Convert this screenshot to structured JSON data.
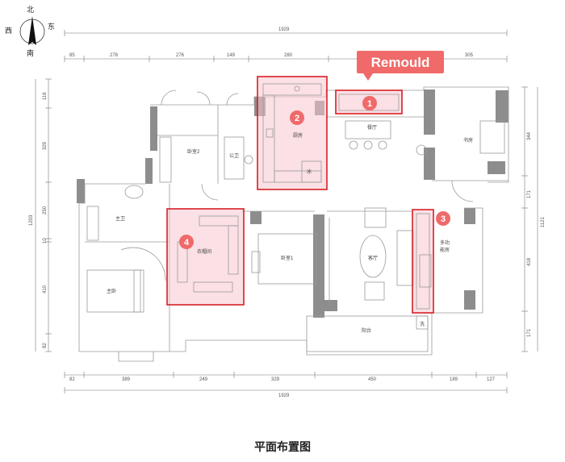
{
  "compass": {
    "north": "北",
    "south": "南",
    "east": "东",
    "west": "西"
  },
  "callout": {
    "label": "Remould",
    "color": "#f06a6a"
  },
  "dims_top": {
    "total": "1929",
    "segments": [
      "85",
      "278",
      "276",
      "149",
      "280",
      "305"
    ]
  },
  "dims_bottom": {
    "total": "1929",
    "segments": [
      "82",
      "389",
      "249",
      "329",
      "450",
      "189",
      "127"
    ]
  },
  "dims_left": {
    "total": "1203",
    "segments": [
      "116",
      "329",
      "250",
      "10",
      "410",
      "82"
    ]
  },
  "dims_right": {
    "total": "1121",
    "segments": [
      "344",
      "171",
      "418",
      "171"
    ]
  },
  "rooms": {
    "bedroom2": "卧室2",
    "public_bath": "公卫",
    "kitchen": "厨房",
    "fridge": "冰",
    "dining": "餐厅",
    "study": "书房",
    "master_bath": "主卫",
    "master_bedroom": "主卧",
    "walk_in_closet": "衣帽间",
    "bedroom1": "卧室1",
    "living_room": "客厅",
    "multi_room_line1": "多功",
    "multi_room_line2": "能房",
    "balcony": "阳台",
    "laundry": "洗"
  },
  "markers": [
    "1",
    "2",
    "3",
    "4"
  ],
  "caption": "平面布置图"
}
